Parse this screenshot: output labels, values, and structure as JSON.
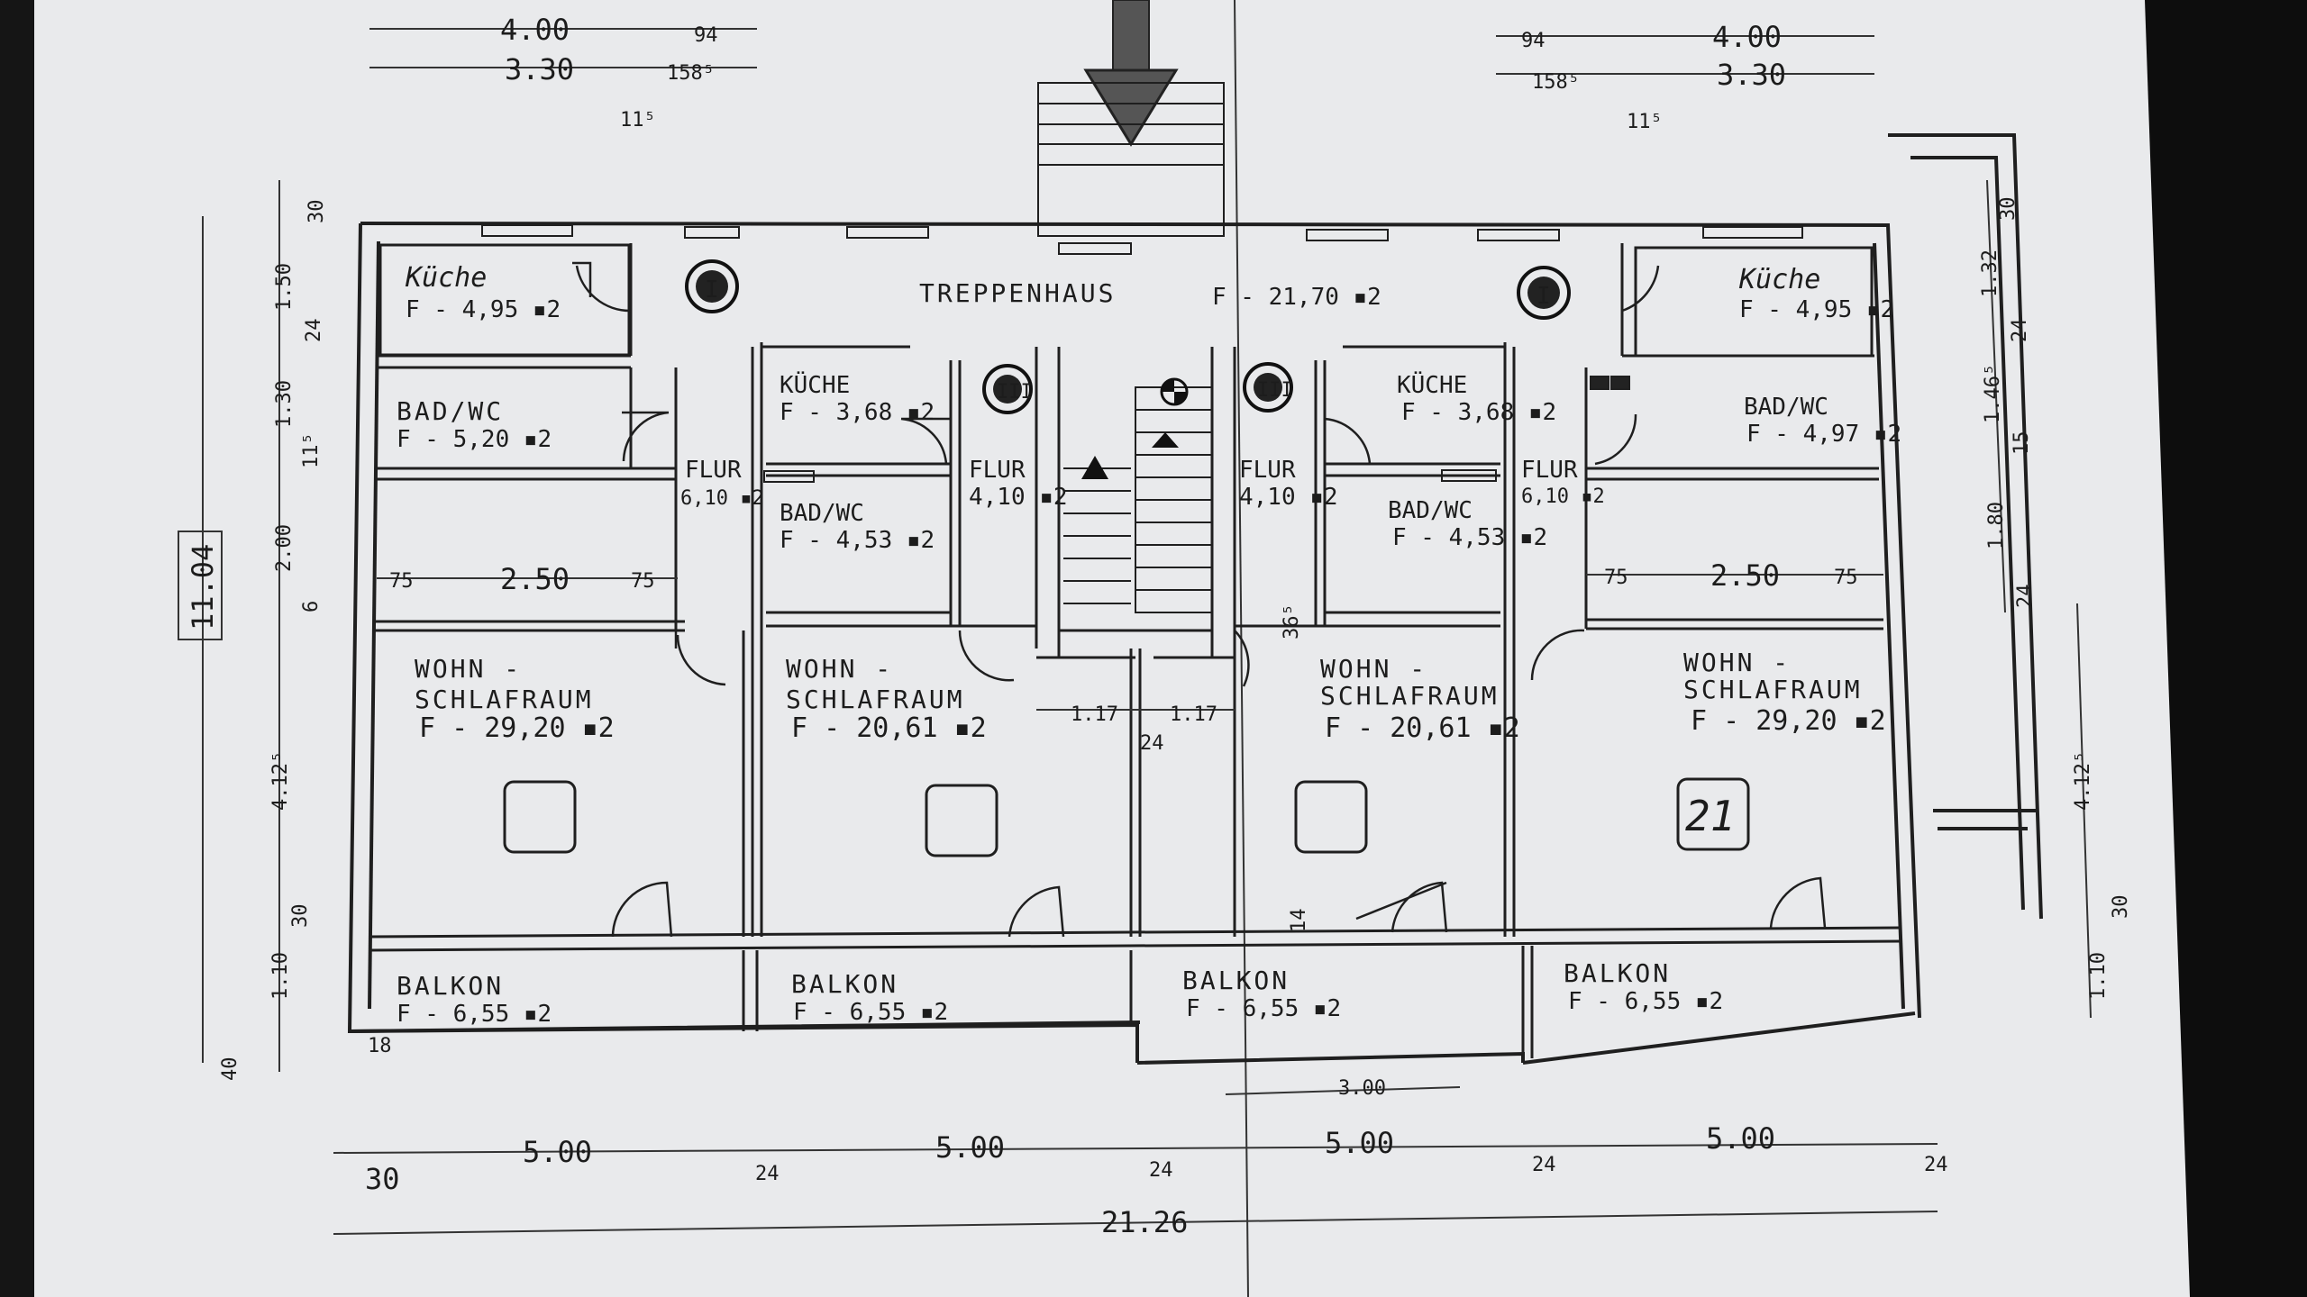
{
  "rooms": {
    "kueche_l": {
      "name": "Küche",
      "area": "F - 4,95 ▪2"
    },
    "bad_l": {
      "name": "BAD/WC",
      "area": "F - 5,20 ▪2"
    },
    "flur_l": {
      "name": "FLUR",
      "area": "6,10 ▪2"
    },
    "kueche_cl": {
      "name": "KÜCHE",
      "area": "F - 3,68 ▪2"
    },
    "flur_cl": {
      "name": "FLUR",
      "area": "4,10 ▪2"
    },
    "bad_cl": {
      "name": "BAD/WC",
      "area": "F - 4,53 ▪2"
    },
    "treppenhaus": {
      "name": "TREPPENHAUS",
      "area": "F - 21,70 ▪2"
    },
    "flur_cr": {
      "name": "FLUR",
      "area": "4,10 ▪2"
    },
    "kueche_cr": {
      "name": "KÜCHE",
      "area": "F - 3,68 ▪2"
    },
    "bad_cr": {
      "name": "BAD/WC",
      "area": "F - 4,53 ▪2"
    },
    "flur_r": {
      "name": "FLUR",
      "area": "6,10 ▪2"
    },
    "kueche_r": {
      "name": "Küche",
      "area": "F - 4,95 ▪2"
    },
    "bad_r": {
      "name": "BAD/WC",
      "area": "F - 4,97 ▪2"
    },
    "wohn_l": {
      "line1": "WOHN -",
      "line2": "SCHLAFRAUM",
      "area": "F - 29,20 ▪2"
    },
    "wohn_cl": {
      "line1": "WOHN -",
      "line2": "SCHLAFRAUM",
      "area": "F - 20,61 ▪2"
    },
    "wohn_cr": {
      "line1": "WOHN -",
      "line2": "SCHLAFRAUM",
      "area": "F - 20,61 ▪2"
    },
    "wohn_r": {
      "line1": "WOHN -",
      "line2": "SCHLAFRAUM",
      "area": "F - 29,20 ▪2"
    },
    "balkon_1": {
      "name": "BALKON",
      "area": "F - 6,55 ▪2"
    },
    "balkon_2": {
      "name": "BALKON",
      "area": "F - 6,55 ▪2"
    },
    "balkon_3": {
      "name": "BALKON",
      "area": "F - 6,55 ▪2"
    },
    "balkon_4": {
      "name": "BALKON",
      "area": "F - 6,55 ▪2"
    }
  },
  "unit_markers": [
    "I",
    "III",
    "III",
    "I"
  ],
  "room_number": "21",
  "dimensions": {
    "top_left": [
      "4.00",
      "94",
      "3.30",
      "158⁵",
      "11⁵"
    ],
    "top_right": [
      "94",
      "4.00",
      "158⁵",
      "3.30",
      "11⁵"
    ],
    "left_vertical": [
      "30",
      "1.50",
      "24",
      "1.30",
      "11⁵",
      "2.00",
      "6",
      "4.12⁵",
      "30",
      "1.10",
      "40",
      "18"
    ],
    "left_total": "11.04",
    "right_vertical": [
      "30",
      "1.32",
      "24",
      "1.46⁵",
      "15",
      "1.80",
      "24",
      "4.12⁵",
      "30",
      "1.10"
    ],
    "interior": [
      "75",
      "2.50",
      "75",
      "75",
      "2.50",
      "75",
      "1.17",
      "1.17",
      "24",
      "36⁵",
      "14"
    ],
    "bottom": [
      "30",
      "5.00",
      "24",
      "5.00",
      "24",
      "5.00",
      "24",
      "5.00",
      "24",
      "3.00",
      "21.26"
    ]
  }
}
